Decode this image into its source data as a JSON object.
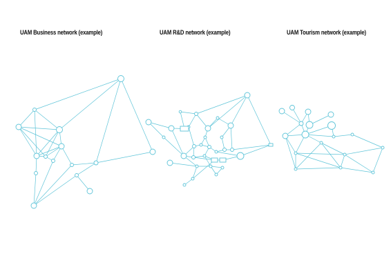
{
  "colors": {
    "stroke": "#5ec4d8",
    "node_fill": "#ffffff",
    "title": "#111111",
    "background": "#ffffff"
  },
  "networks": [
    {
      "id": "business",
      "title": "UAM Business network (example)"
    },
    {
      "id": "rd",
      "title": "UAM R&D network (example)"
    },
    {
      "id": "tourism",
      "title": "UAM Tourism network (example)"
    }
  ]
}
